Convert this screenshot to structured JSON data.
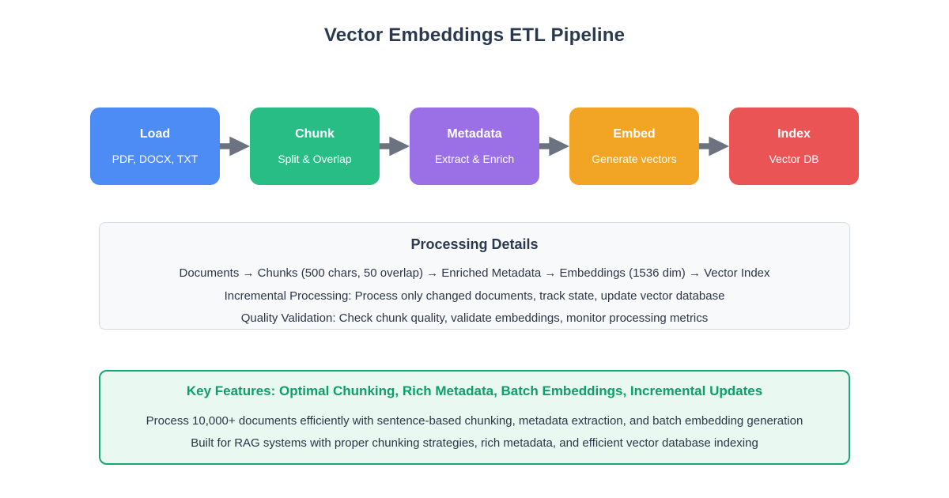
{
  "title": "Vector Embeddings ETL Pipeline",
  "colors": {
    "title_text": "#2a3950",
    "body_text": "#2d3748",
    "arrow": "#6b7280",
    "stage_text": "#ffffff",
    "processing_panel_bg": "#f8f9fa",
    "processing_panel_border": "#d7dbe0",
    "processing_heading_text": "#2a3950",
    "features_panel_bg": "#e9f8f0",
    "features_panel_border": "#17a673",
    "features_heading_text": "#0e9e6c"
  },
  "pipeline": {
    "arrow_icon": "arrow-right-icon",
    "stages": [
      {
        "label": "Load",
        "subtitle": "PDF, DOCX, TXT",
        "color": "#4d8bf5"
      },
      {
        "label": "Chunk",
        "subtitle": "Split & Overlap",
        "color": "#29bd86"
      },
      {
        "label": "Metadata",
        "subtitle": "Extract & Enrich",
        "color": "#9b6fe6"
      },
      {
        "label": "Embed",
        "subtitle": "Generate vectors",
        "color": "#f2a424"
      },
      {
        "label": "Index",
        "subtitle": "Vector DB",
        "color": "#ea5455"
      }
    ]
  },
  "processing": {
    "heading": "Processing Details",
    "lines": [
      "Documents → Chunks (500 chars, 50 overlap) → Enriched Metadata → Embeddings (1536 dim) → Vector Index",
      "Incremental Processing: Process only changed documents, track state, update vector database",
      "Quality Validation: Check chunk quality, validate embeddings, monitor processing metrics"
    ]
  },
  "features": {
    "heading": "Key Features: Optimal Chunking, Rich Metadata, Batch Embeddings, Incremental Updates",
    "lines": [
      "Process 10,000+ documents efficiently with sentence-based chunking, metadata extraction, and batch embedding generation",
      "Built for RAG systems with proper chunking strategies, rich metadata, and efficient vector database indexing"
    ]
  }
}
